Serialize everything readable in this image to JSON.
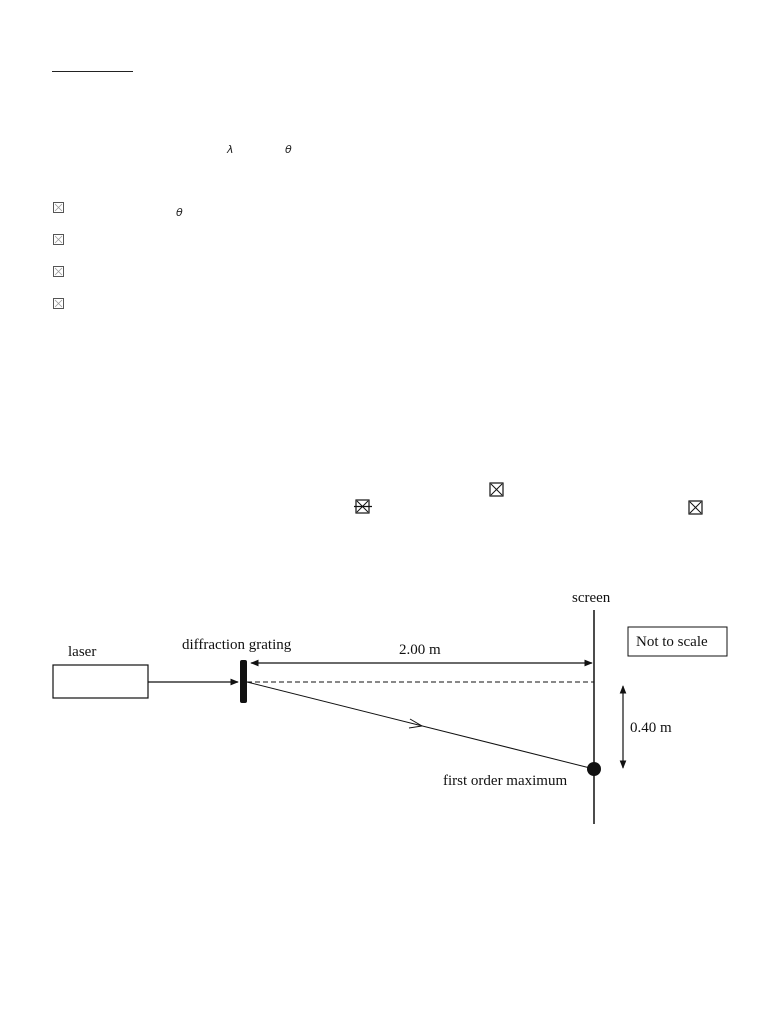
{
  "symbols": {
    "lambda": "λ",
    "theta_question": "θ",
    "theta_option": "θ"
  },
  "options": [
    {
      "id": "A"
    },
    {
      "id": "B"
    },
    {
      "id": "C"
    },
    {
      "id": "D"
    }
  ],
  "diagram": {
    "labels": {
      "laser": "laser",
      "grating": "diffraction grating",
      "screen": "screen",
      "distance": "2.00 m",
      "height": "0.40 m",
      "maximum": "first order maximum",
      "note": "Not to scale"
    }
  }
}
